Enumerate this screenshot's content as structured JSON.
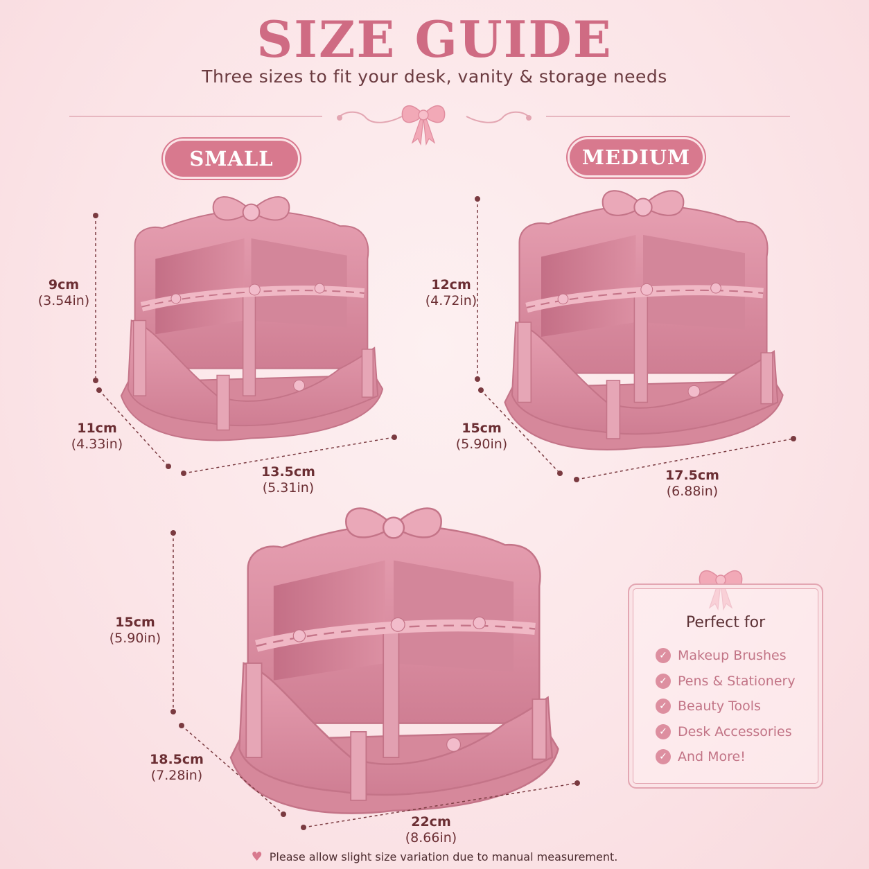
{
  "header": {
    "title": "SIZE GUIDE",
    "subtitle": "Three sizes to fit your desk, vanity & storage needs"
  },
  "sizes": {
    "small": {
      "label": "SMALL",
      "height": {
        "cm": "9cm",
        "in": "(3.54in)"
      },
      "depth": {
        "cm": "11cm",
        "in": "(4.33in)"
      },
      "width": {
        "cm": "13.5cm",
        "in": "(5.31in)"
      }
    },
    "medium": {
      "label": "MEDIUM",
      "height": {
        "cm": "12cm",
        "in": "(4.72in)"
      },
      "depth": {
        "cm": "15cm",
        "in": "(5.90in)"
      },
      "width": {
        "cm": "17.5cm",
        "in": "(6.88in)"
      }
    },
    "large": {
      "height": {
        "cm": "15cm",
        "in": "(5.90in)"
      },
      "depth": {
        "cm": "18.5cm",
        "in": "(7.28in)"
      },
      "width": {
        "cm": "22cm",
        "in": "(8.66in)"
      }
    }
  },
  "perfect_for": {
    "title": "Perfect for",
    "items": [
      "Makeup Brushes",
      "Pens & Stationery",
      "Beauty Tools",
      "Desk Accessories",
      "And More!"
    ]
  },
  "footer": {
    "note": "Please allow slight size variation due to manual measurement."
  },
  "colors": {
    "accent": "#d8798e",
    "title": "#cf6b83",
    "product": "#d98ca0",
    "text": "#6b2e33"
  },
  "icons": [
    "bow-icon",
    "check-icon",
    "heart-icon"
  ]
}
